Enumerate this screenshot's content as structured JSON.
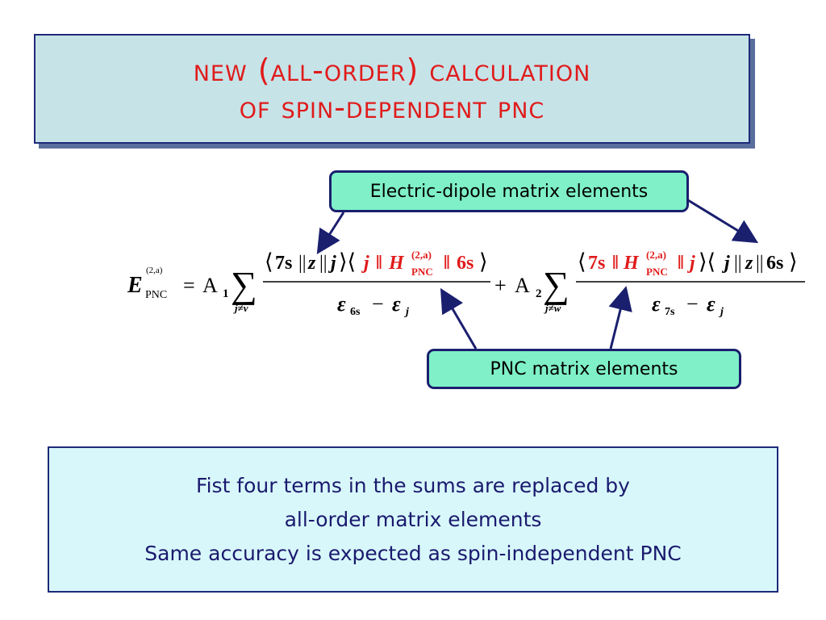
{
  "title": {
    "line1": "New (All-order) calculation",
    "line2": "of spin-dependent PNC"
  },
  "callouts": {
    "dipole": "Electric-dipole matrix elements",
    "pnc": "PNC matrix elements"
  },
  "equation": {
    "lhs_symbol": "E",
    "lhs_superscript": "(2,a)",
    "lhs_subscript": "PNC",
    "equals": "=",
    "coef1": "A",
    "coef1_index": "1",
    "sum1_limit": "j≠v",
    "num1_bra": "7s",
    "num1_op": "z",
    "num1_state": "j",
    "num1_ham": "H",
    "num1_ham_sup": "(2,a)",
    "num1_ham_sub": "PNC",
    "num1_ket": "6s",
    "den1_a": "ε",
    "den1_a_sub": "6s",
    "den1_minus": "−",
    "den1_b": "ε",
    "den1_b_sub": "j",
    "plus": "+",
    "coef2": "A",
    "coef2_index": "2",
    "sum2_limit": "j≠w",
    "num2_bra": "7s",
    "num2_ham": "H",
    "num2_ham_sup": "(2,a)",
    "num2_ham_sub": "PNC",
    "num2_state": "j",
    "num2_op": "z",
    "num2_ket": "6s",
    "den2_a": "ε",
    "den2_a_sub": "7s",
    "den2_minus": "−",
    "den2_b": "ε",
    "den2_b_sub": "j"
  },
  "note": {
    "line1": "Fist four terms in the sums are replaced by",
    "line2": "all-order matrix elements",
    "line3": "Same accuracy is expected as spin-independent PNC"
  },
  "colors": {
    "title_text": "#e01b1b",
    "title_bg": "#c6e3e8",
    "callout_bg": "#7ff0c8",
    "pnc_elements": "#e01b1b",
    "border": "#1a1f6e"
  }
}
